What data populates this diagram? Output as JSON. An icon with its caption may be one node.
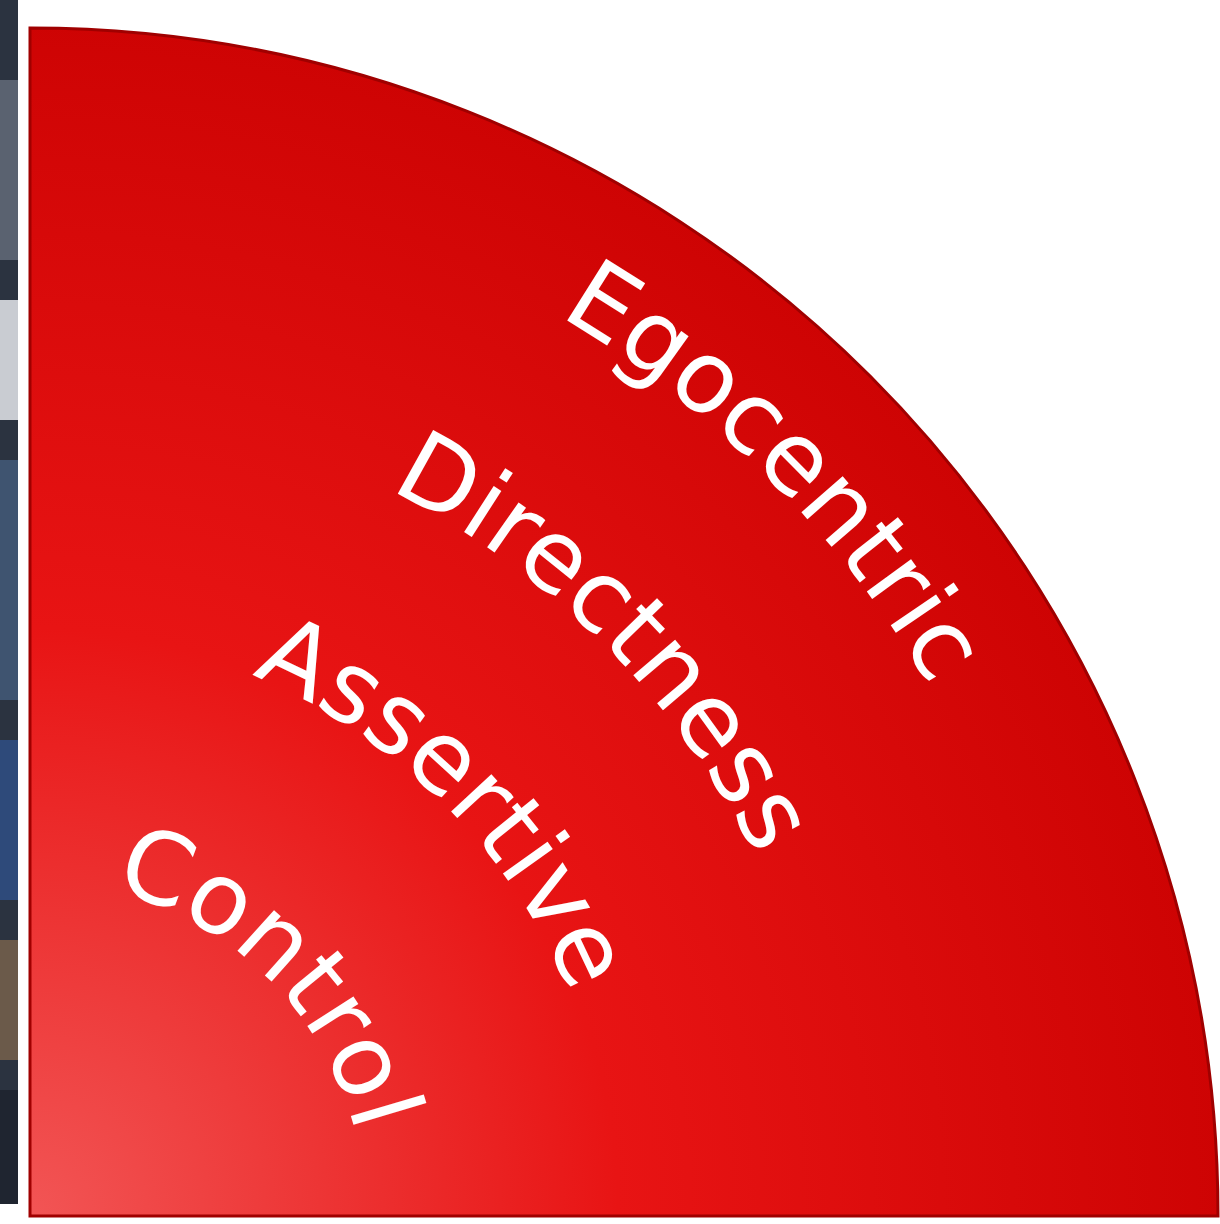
{
  "diagram": {
    "nodes": [
      {
        "text": [
          "Egocentric",
          "Directness",
          "Assertive",
          "Control"
        ]
      }
    ]
  }
}
